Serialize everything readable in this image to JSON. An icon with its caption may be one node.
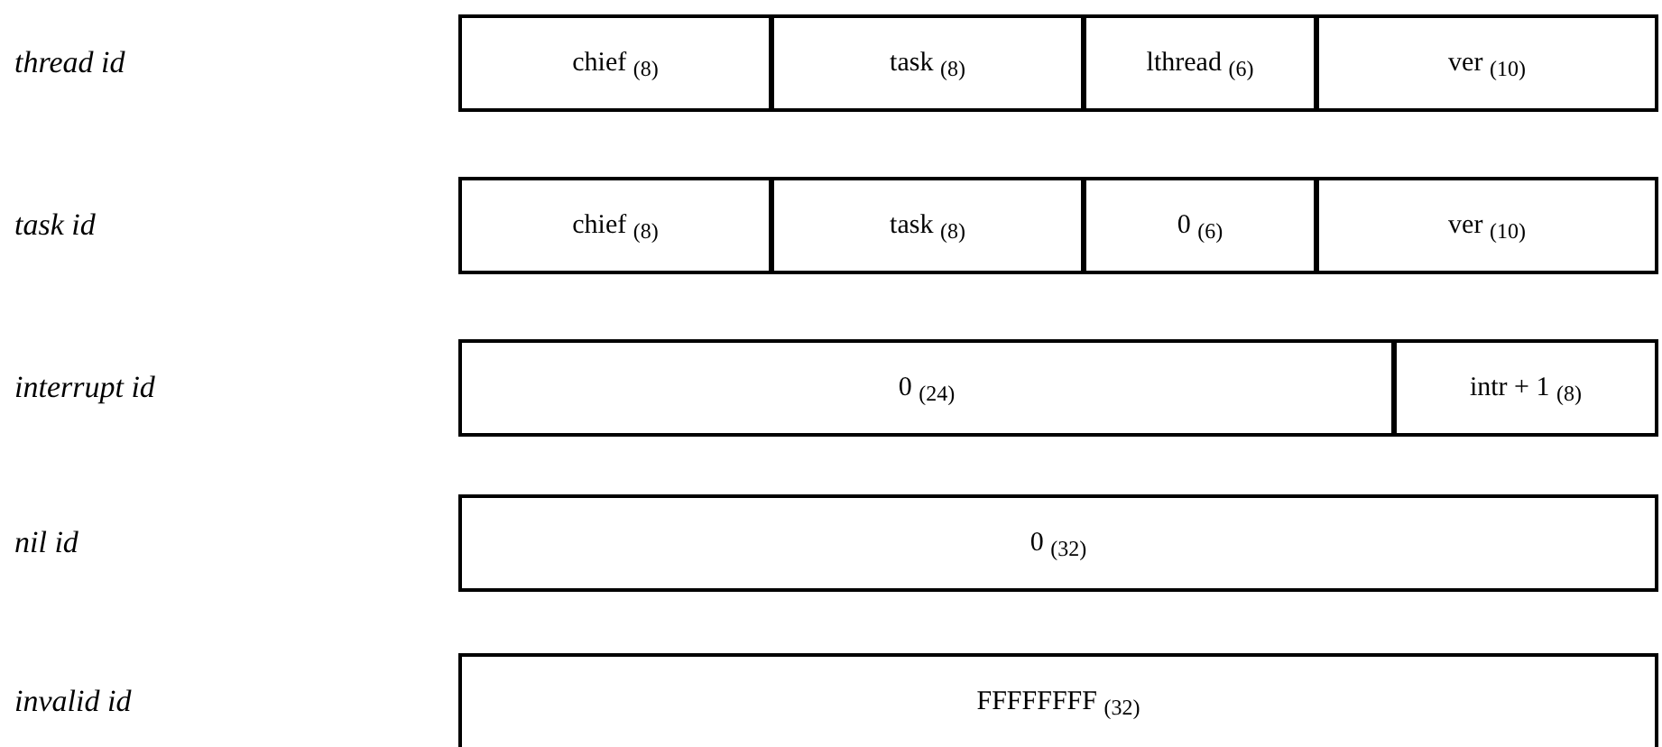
{
  "diagram": {
    "nodes": [
      {
        "text": [
          "chief $_{(8)}$"
        ]
      },
      {
        "text": [
          "task $_{(8)}$"
        ]
      },
      {
        "text": [
          "lthread $_{(6)}$"
        ]
      },
      {
        "text": [
          "ver $_{(10)}$"
        ]
      },
      {
        "text": [
          "chief $_{(8)}$"
        ]
      },
      {
        "text": [
          "task $_{(8)}$"
        ]
      },
      {
        "text": [
          "0 $_{(6)}$"
        ]
      },
      {
        "text": [
          "ver $_{(10)}$"
        ]
      },
      {
        "text": [
          "0 $_{(24)}$"
        ]
      },
      {
        "text": [
          "intr + 1 $_{(8)}$"
        ]
      },
      {
        "text": [
          "0 $_{(32)}$"
        ]
      },
      {
        "text": [
          "FFFFFFFF $_{(32)}$"
        ]
      }
    ],
    "labels": [
      "thread id",
      "task id",
      "interrupt id",
      "nil id",
      "invalid id"
    ]
  }
}
